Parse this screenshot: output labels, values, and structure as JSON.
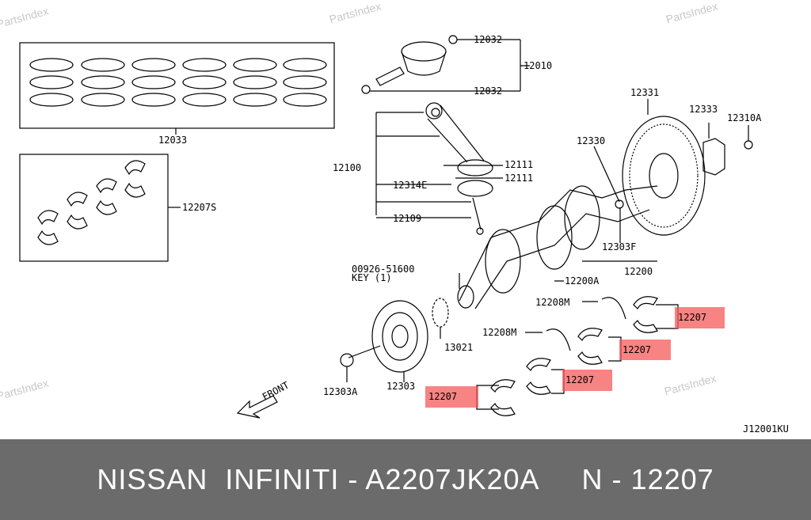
{
  "watermark": "PartsIndex",
  "diagram_code": "J12001KU",
  "highlight_color": "#f55a5a",
  "labels": {
    "p12033": "12033",
    "p12207s": "12207S",
    "p12032a": "12032",
    "p12010": "12010",
    "p12032b": "12032",
    "p12100": "12100",
    "p12111a": "12111",
    "p12111b": "12111",
    "p12314e": "12314E",
    "p12109": "12109",
    "p00926": "00926-51600",
    "key": "KEY (1)",
    "p12331": "12331",
    "p12333": "12333",
    "p12310a": "12310A",
    "p12330": "12330",
    "p12303f": "12303F",
    "p12200": "12200",
    "p12200a": "12200A",
    "p12208m_a": "12208M",
    "p12208m_b": "12208M",
    "p13021": "13021",
    "p12303a": "12303A",
    "p12303": "12303",
    "front": "FRONT"
  },
  "highlighted": [
    "12207",
    "12207",
    "12207",
    "12207"
  ],
  "banner": "NISSAN  INFINITI - A2207JK20A     N - 12207"
}
